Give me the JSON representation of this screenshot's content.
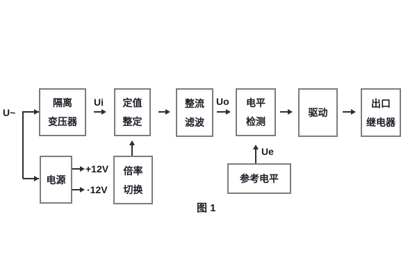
{
  "diagram": {
    "caption": "图 1",
    "signals": {
      "input": "U~",
      "ui": "Ui",
      "uo": "Uo",
      "ue": "Ue",
      "rail_pos": "+12V",
      "rail_neg": "·12V"
    },
    "blocks": {
      "isolation_transformer": {
        "line1": "隔离",
        "line2": "变压器"
      },
      "setting_adjust": {
        "line1": "定值",
        "line2": "整定"
      },
      "rectifier_filter": {
        "line1": "整流",
        "line2": "滤波"
      },
      "level_detect": {
        "line1": "电平",
        "line2": "检测"
      },
      "driver": {
        "line1": "驱动"
      },
      "output_relay": {
        "line1": "出口",
        "line2": "继电器"
      },
      "power_supply": {
        "line1": "电源"
      },
      "ratio_switch": {
        "line1": "倍率",
        "line2": "切换"
      },
      "reference_level": {
        "line1": "参考电平"
      }
    },
    "colors": {
      "background": "#ffffff",
      "box_border": "#7b7b7b",
      "line": "#2d2d2d",
      "text": "#1b1b24"
    }
  }
}
